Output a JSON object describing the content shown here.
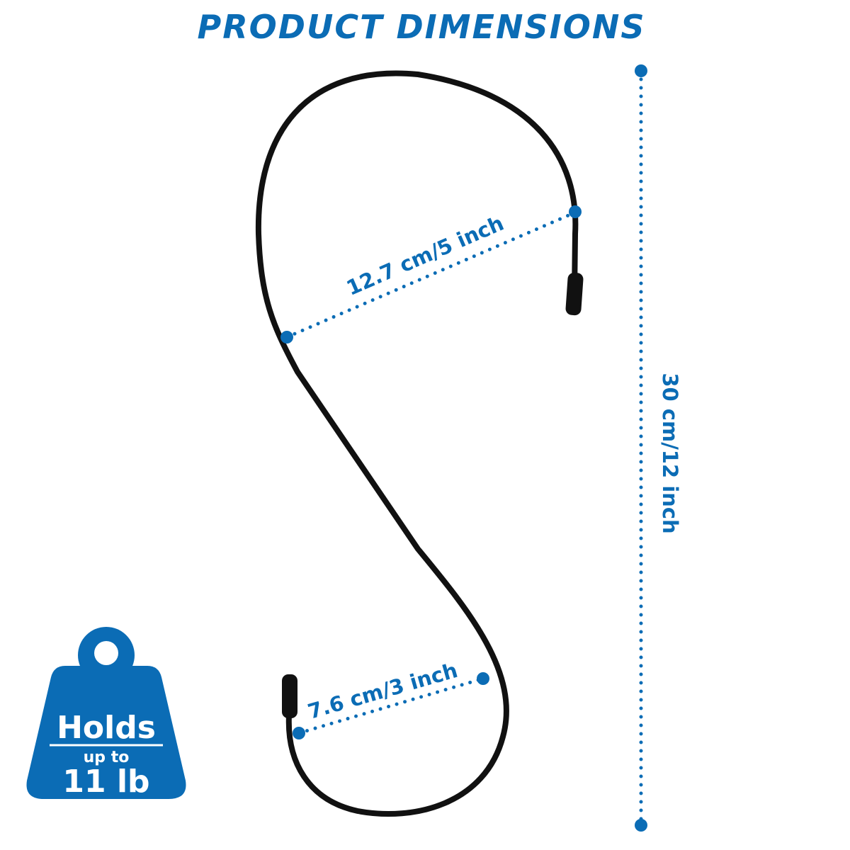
{
  "header": {
    "title": "PRODUCT DIMENSIONS"
  },
  "dimensions": {
    "top_width": "12.7 cm/5 inch",
    "bottom_width": "7.6 cm/3 inch",
    "total_height": "30 cm/12 inch"
  },
  "weight_badge": {
    "line1": "Holds",
    "line2": "up to",
    "line3": "11 lb"
  },
  "colors": {
    "accent": "#0b6cb5",
    "hook": "#111111",
    "badge_text": "#ffffff"
  }
}
